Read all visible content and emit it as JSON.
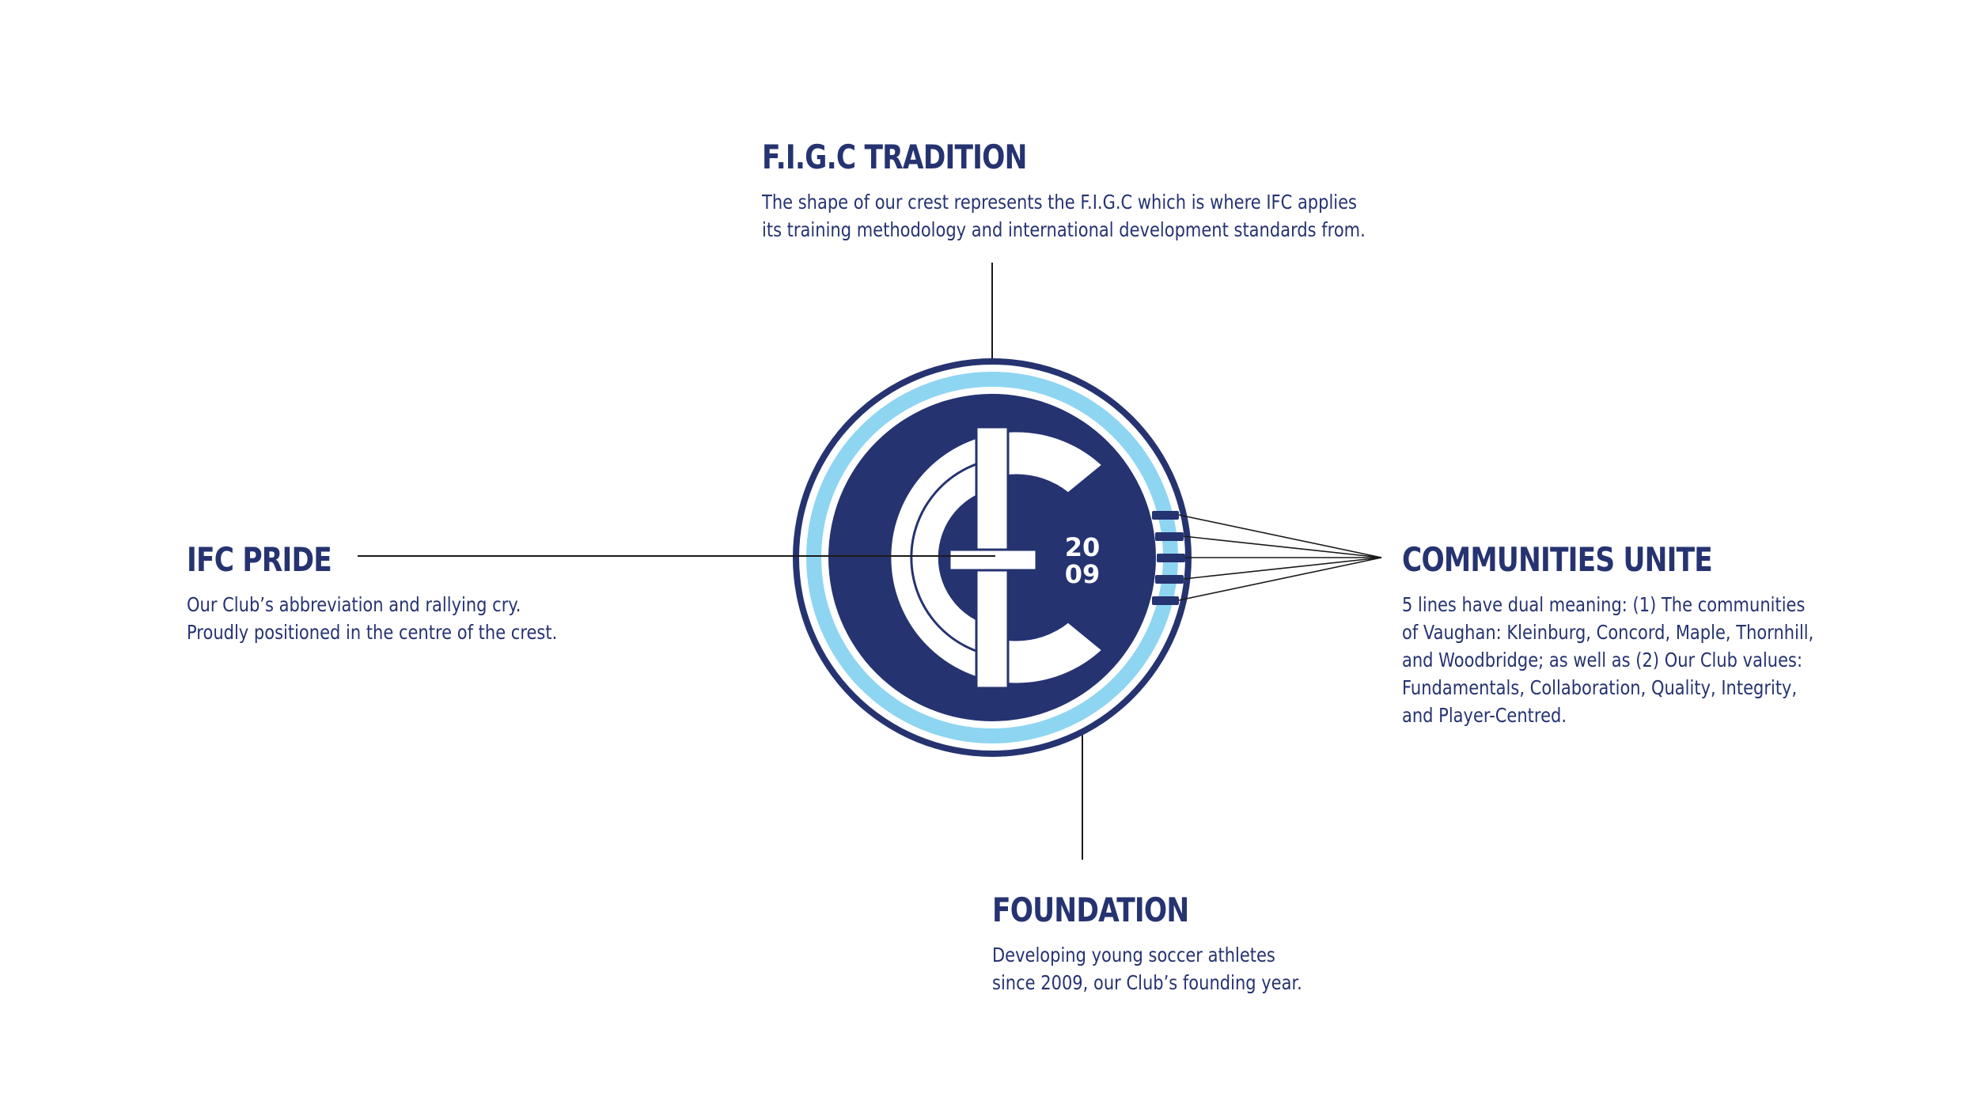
{
  "colors": {
    "navy": "#263371",
    "sky": "#8ed5f2",
    "white": "#ffffff",
    "line": "#1a1a1a"
  },
  "crest": {
    "year_top": "20",
    "year_bottom": "09"
  },
  "callouts": {
    "tradition": {
      "title": "F.I.G.C TRADITION",
      "lines": [
        "The shape of our crest represents the F.I.G.C which is where IFC applies",
        "its training methodology and international development standards from."
      ]
    },
    "pride": {
      "title": "IFC PRIDE",
      "lines": [
        "Our Club’s abbreviation and rallying cry.",
        "Proudly positioned in the centre of the crest."
      ]
    },
    "unite": {
      "title": "COMMUNITIES UNITE",
      "lines": [
        "5 lines have dual meaning: (1) The communities",
        "of Vaughan: Kleinburg, Concord, Maple, Thornhill,",
        "and Woodbridge; as well as (2) Our Club values:",
        "Fundamentals, Collaboration, Quality, Integrity,",
        "and Player-Centred."
      ]
    },
    "foundation": {
      "title": "FOUNDATION",
      "lines": [
        "Developing young soccer athletes",
        "since 2009, our Club’s founding year."
      ]
    }
  }
}
